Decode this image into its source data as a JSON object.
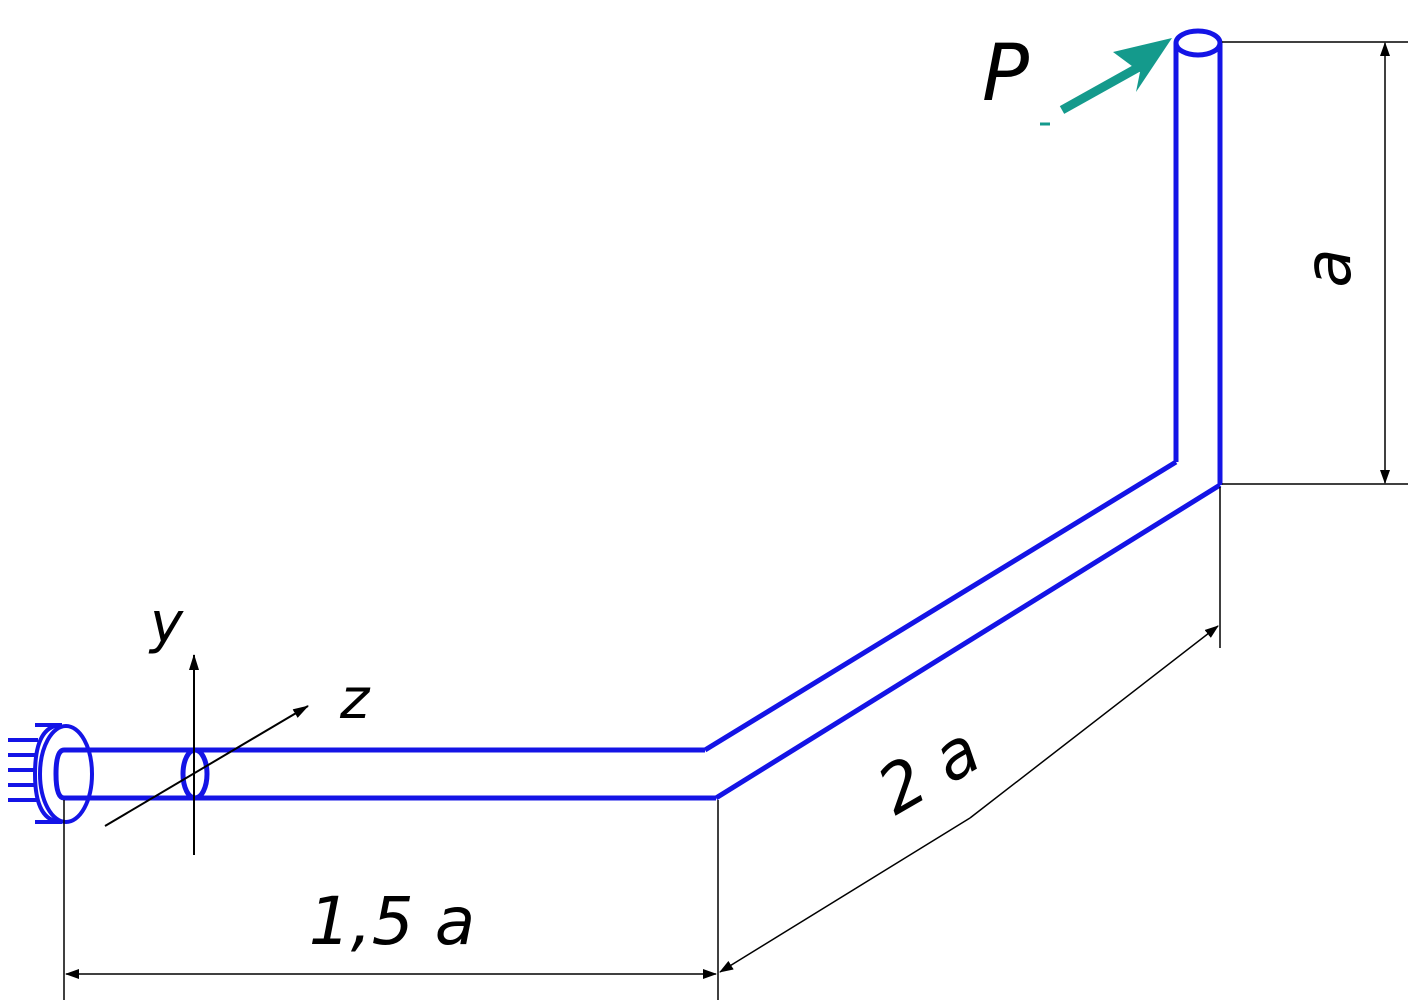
{
  "labels": {
    "force": "P",
    "axis_y": "y",
    "axis_z": "z",
    "dim_vertical": "a",
    "dim_diagonal": "2 a",
    "dim_horizontal": "1,5 a"
  },
  "colors": {
    "frame": "#1414e6",
    "force_arrow": "#149a8c",
    "dimension": "#000000",
    "background": "#ffffff"
  },
  "icons": {
    "support": "fixed-support-icon",
    "force": "force-arrow-icon"
  }
}
